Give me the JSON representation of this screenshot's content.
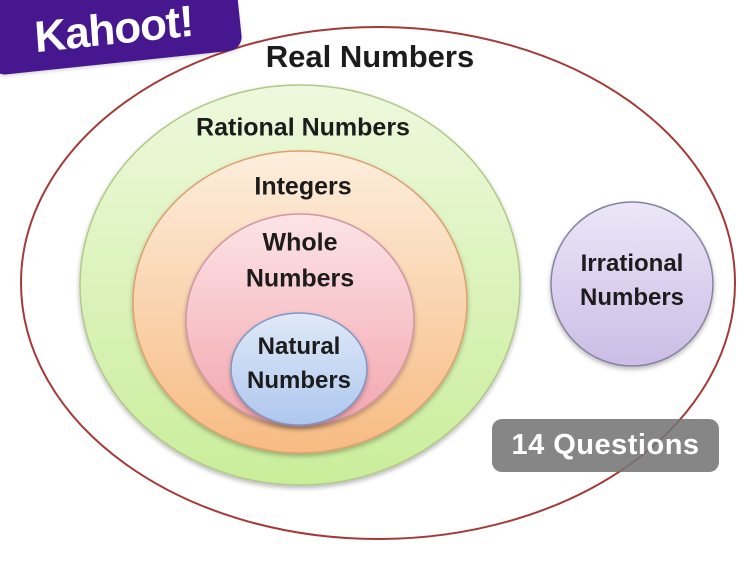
{
  "logo": {
    "text": "Kahoot!"
  },
  "diagram": {
    "type": "euler",
    "sets": {
      "real": {
        "label": "Real Numbers"
      },
      "rational": {
        "label": "Rational Numbers"
      },
      "integers": {
        "label": "Integers"
      },
      "whole": {
        "label": "Whole Numbers"
      },
      "natural": {
        "label": "Natural Numbers"
      },
      "irrational": {
        "label": "Irrational Numbers"
      }
    },
    "nesting": [
      [
        "natural",
        "whole",
        "integers",
        "rational",
        "real"
      ],
      [
        "irrational",
        "real"
      ]
    ]
  },
  "badge": {
    "label": "14 Questions"
  },
  "colors": {
    "brand_purple": "#46178f",
    "real_stroke": "#a33a38",
    "green_top": "#eef8dd",
    "green_bottom": "#c9ee9a",
    "green_stroke": "#b2c788",
    "orange_top": "#fdeedd",
    "orange_bottom": "#f7bb82",
    "orange_stroke": "#dfa06c",
    "pink_top": "#fce4e7",
    "pink_bottom": "#f3a6ae",
    "pink_stroke": "#d295a3",
    "blue_top": "#dfe9f8",
    "blue_bottom": "#aec7ee",
    "blue_stroke": "#8097c5",
    "purple_top": "#ece6f7",
    "purple_bottom": "#cbbde6",
    "purple_stroke": "#84849e",
    "badge_bg": "#757575",
    "text": "#1c1c1c"
  }
}
